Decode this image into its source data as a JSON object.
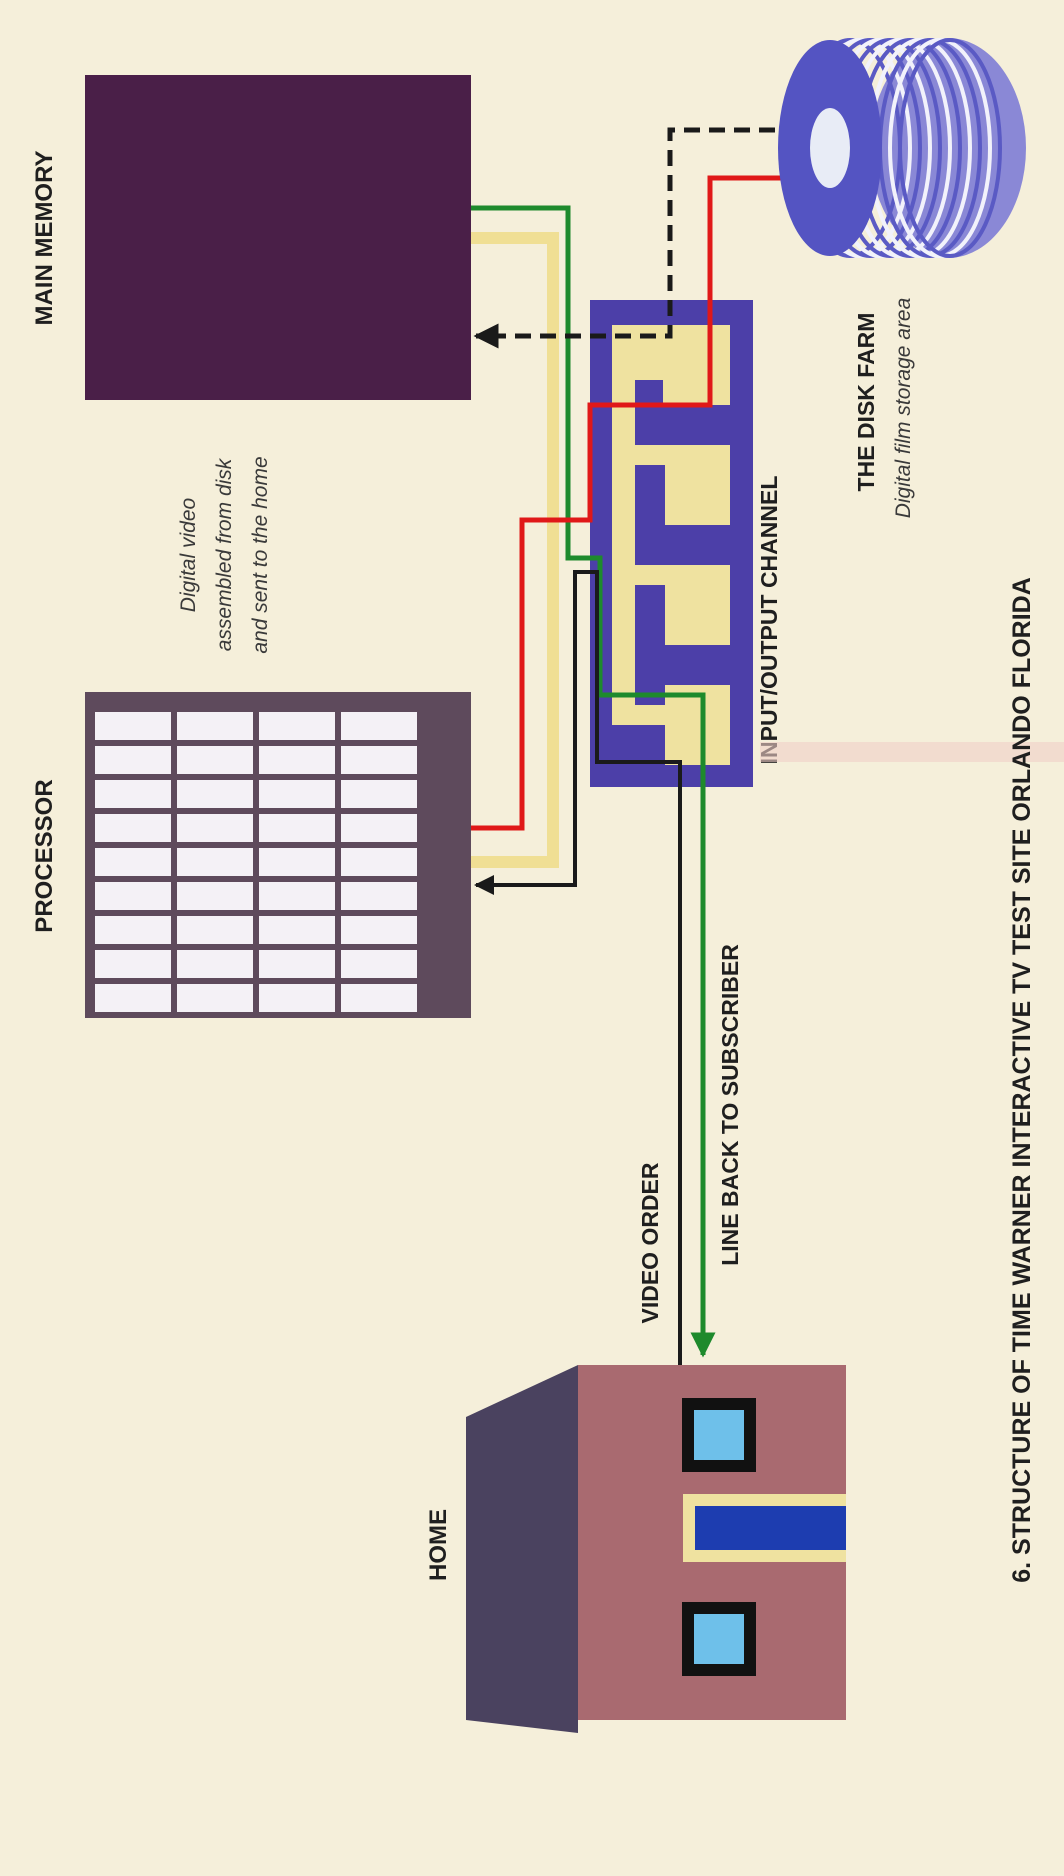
{
  "diagram": {
    "caption": "6. STRUCTURE OF TIME WARNER INTERACTIVE TV TEST SITE ORLANDO FLORIDA",
    "nodes": {
      "main_memory": "MAIN MEMORY",
      "processor": "PROCESSOR",
      "home": "HOME",
      "io_channel": "INPUT/OUTPUT CHANNEL",
      "disk_farm": "THE DISK FARM",
      "disk_farm_sub": "Digital film storage area"
    },
    "annotation": [
      "Digital video",
      "assembled from disk",
      "and sent to the home"
    ],
    "links": {
      "video_order": "VIDEO ORDER",
      "line_back": "LINE BACK TO SUBSCRIBER"
    },
    "colors": {
      "background": "#f5efda",
      "memory": "#4a1f48",
      "processor_frame": "#5e4a5c",
      "io_channel": "#4c3fa8",
      "io_slots": "#efe2a0",
      "house_wall": "#a96a70",
      "house_roof": "#4a425f",
      "green_line": "#1e8a2c",
      "red_line": "#e01818",
      "black_line": "#1a1a1a",
      "yellow_line": "#f0df94",
      "disk": "#5454c2"
    }
  }
}
